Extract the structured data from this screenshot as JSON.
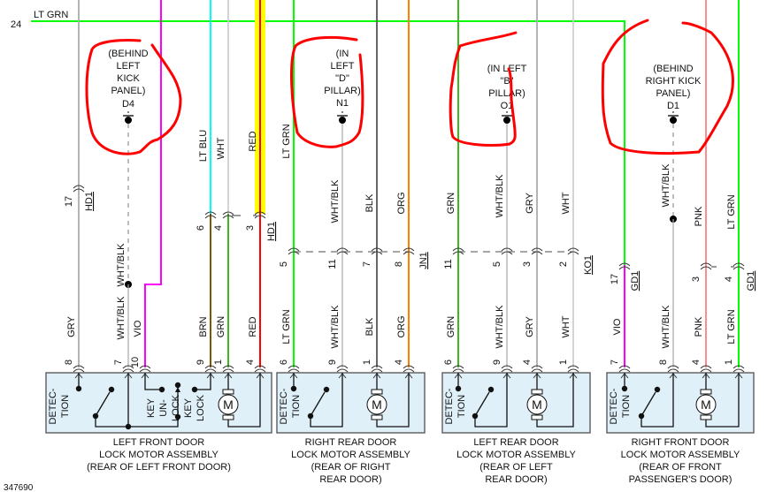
{
  "header": {
    "circuit_number": "24",
    "circuit_color": "LT GRN"
  },
  "figure_id": "347690",
  "colors": {
    "LT GRN": "#00ff00",
    "GRY": "#b4b4b4",
    "WHT/BLK": "#a8a8a8",
    "VIO": "#ff00ff",
    "LT BLU": "#00ffff",
    "BRN": "#7a5a00",
    "WHT": "#d4d4d4",
    "GRN": "#3cb81c",
    "RED": "#ff0000",
    "BLK": "#666666",
    "ORG": "#ff8000",
    "PNK": "#ff8c8c",
    "highlight": "#ffff00",
    "annotation": "#ff0000",
    "box_fill": "#dff0f8"
  },
  "grounds": [
    {
      "location_lines": [
        "(BEHIND",
        "LEFT",
        "KICK",
        "PANEL)"
      ],
      "id": "D4"
    },
    {
      "location_lines": [
        "(IN",
        "LEFT",
        "\"D\"",
        "PILLAR)"
      ],
      "id": "N1"
    },
    {
      "location_lines": [
        "(IN LEFT",
        "\"B\"",
        "PILLAR)"
      ],
      "id": "O1"
    },
    {
      "location_lines": [
        "(BEHIND",
        "RIGHT KICK",
        "PANEL)"
      ],
      "id": "D1"
    }
  ],
  "wires": [
    {
      "upper_label": "",
      "upper_color": "GRY",
      "conn_pin": "17",
      "lower_label": "GRY",
      "lower_color": "GRY",
      "pin": "8"
    },
    {
      "upper_label": "WHT/BLK",
      "upper_color": "WHT/BLK",
      "conn_pin": "",
      "lower_label": "WHT/BLK",
      "lower_color": "WHT/BLK",
      "pin": "7"
    },
    {
      "upper_label": "",
      "upper_color": "VIO",
      "conn_pin": "",
      "lower_label": "VIO",
      "lower_color": "VIO",
      "pin": "10"
    },
    {
      "upper_label": "LT BLU",
      "upper_color": "LT BLU",
      "conn_pin": "6",
      "lower_label": "BRN",
      "lower_color": "BRN",
      "pin": "9"
    },
    {
      "upper_label": "WHT",
      "upper_color": "WHT",
      "conn_pin": "4",
      "lower_label": "GRN",
      "lower_color": "GRN",
      "pin": "1"
    },
    {
      "upper_label": "RED",
      "upper_color": "RED",
      "conn_pin": "3",
      "lower_label": "RED",
      "lower_color": "RED",
      "pin": "4"
    },
    {
      "upper_label": "LT GRN",
      "upper_color": "LT GRN",
      "conn_pin": "5",
      "lower_label": "LT GRN",
      "lower_color": "LT GRN",
      "pin": "6"
    },
    {
      "upper_label": "WHT/BLK",
      "upper_color": "WHT/BLK",
      "conn_pin": "11",
      "lower_label": "WHT/BLK",
      "lower_color": "WHT/BLK",
      "pin": "9"
    },
    {
      "upper_label": "BLK",
      "upper_color": "BLK",
      "conn_pin": "7",
      "lower_label": "BLK",
      "lower_color": "BLK",
      "pin": "1"
    },
    {
      "upper_label": "ORG",
      "upper_color": "ORG",
      "conn_pin": "8",
      "lower_label": "ORG",
      "lower_color": "ORG",
      "pin": "4"
    },
    {
      "upper_label": "GRN",
      "upper_color": "GRN",
      "conn_pin": "11",
      "lower_label": "GRN",
      "lower_color": "GRN",
      "pin": "6"
    },
    {
      "upper_label": "WHT/BLK",
      "upper_color": "WHT/BLK",
      "conn_pin": "5",
      "lower_label": "WHT/BLK",
      "lower_color": "WHT/BLK",
      "pin": "9"
    },
    {
      "upper_label": "GRY",
      "upper_color": "GRY",
      "conn_pin": "3",
      "lower_label": "GRY",
      "lower_color": "GRY",
      "pin": "4"
    },
    {
      "upper_label": "WHT",
      "upper_color": "WHT",
      "conn_pin": "2",
      "lower_label": "WHT",
      "lower_color": "WHT",
      "pin": "1"
    },
    {
      "upper_label": "",
      "upper_color": "LT GRN",
      "conn_pin": "17",
      "lower_label": "VIO",
      "lower_color": "VIO",
      "pin": "7"
    },
    {
      "upper_label": "WHT/BLK",
      "upper_color": "WHT/BLK",
      "conn_pin": "",
      "lower_label": "WHT/BLK",
      "lower_color": "WHT/BLK",
      "pin": "8"
    },
    {
      "upper_label": "PNK",
      "upper_color": "PNK",
      "conn_pin": "3",
      "lower_label": "PNK",
      "lower_color": "PNK",
      "pin": "4"
    },
    {
      "upper_label": "LT GRN",
      "upper_color": "LT GRN",
      "conn_pin": "4",
      "lower_label": "LT GRN",
      "lower_color": "LT GRN",
      "pin": "1"
    }
  ],
  "connector_ids": [
    "HD1",
    "HD1",
    "JN1",
    "KO1",
    "GD1",
    "GD1"
  ],
  "assemblies": [
    {
      "name_lines": [
        "LEFT FRONT DOOR",
        "LOCK MOTOR ASSEMBLY",
        "(REAR OF LEFT FRONT DOOR)"
      ],
      "detection": [
        "DETEC-",
        "TION"
      ],
      "key_unlock": [
        "KEY",
        "UN-",
        "LOCK"
      ],
      "key_lock": [
        "KEY",
        "LOCK"
      ],
      "motor": "M"
    },
    {
      "name_lines": [
        "RIGHT REAR DOOR",
        "LOCK MOTOR ASSEMBLY",
        "(REAR OF RIGHT",
        "REAR DOOR)"
      ],
      "detection": [
        "DETEC-",
        "TION"
      ],
      "motor": "M"
    },
    {
      "name_lines": [
        "LEFT REAR DOOR",
        "LOCK MOTOR ASSEMBLY",
        "(REAR OF LEFT",
        "REAR DOOR)"
      ],
      "detection": [
        "DETEC-",
        "TION"
      ],
      "motor": "M"
    },
    {
      "name_lines": [
        "RIGHT FRONT DOOR",
        "LOCK MOTOR ASSEMBLY",
        "(REAR OF FRONT",
        "PASSENGER'S DOOR)"
      ],
      "detection": [
        "DETEC-",
        "TION"
      ],
      "motor": "M"
    }
  ]
}
